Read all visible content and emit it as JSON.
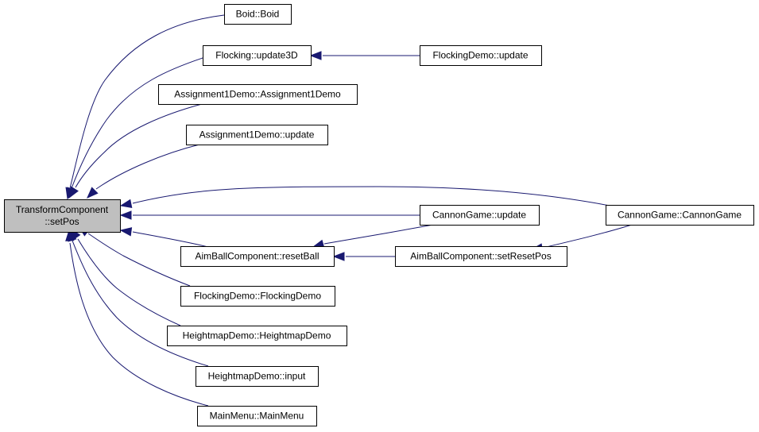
{
  "colors": {
    "edge": "#191970",
    "focus_node_fill": "#bfbfbf",
    "node_fill": "#ffffff",
    "node_stroke": "#000000"
  },
  "nodes": [
    {
      "id": "tc_setpos",
      "lines": [
        "TransformComponent",
        "::setPos"
      ],
      "focus": true
    },
    {
      "id": "boid_boid",
      "lines": [
        "Boid::Boid"
      ]
    },
    {
      "id": "flocking_update3d",
      "lines": [
        "Flocking::update3D"
      ]
    },
    {
      "id": "flockingdemo_update",
      "lines": [
        "FlockingDemo::update"
      ]
    },
    {
      "id": "a1_ctor",
      "lines": [
        "Assignment1Demo::Assignment1Demo"
      ]
    },
    {
      "id": "a1_update",
      "lines": [
        "Assignment1Demo::update"
      ]
    },
    {
      "id": "cannongame_update",
      "lines": [
        "CannonGame::update"
      ]
    },
    {
      "id": "cannongame_ctor",
      "lines": [
        "CannonGame::CannonGame"
      ]
    },
    {
      "id": "aim_resetball",
      "lines": [
        "AimBallComponent::resetBall"
      ]
    },
    {
      "id": "aim_setresetpos",
      "lines": [
        "AimBallComponent::setResetPos"
      ]
    },
    {
      "id": "flockingdemo_ctor",
      "lines": [
        "FlockingDemo::FlockingDemo"
      ]
    },
    {
      "id": "hm_ctor",
      "lines": [
        "HeightmapDemo::HeightmapDemo"
      ]
    },
    {
      "id": "hm_input",
      "lines": [
        "HeightmapDemo::input"
      ]
    },
    {
      "id": "mainmenu_ctor",
      "lines": [
        "MainMenu::MainMenu"
      ]
    }
  ],
  "edges": [
    {
      "from": "boid_boid",
      "to": "tc_setpos"
    },
    {
      "from": "flocking_update3d",
      "to": "tc_setpos"
    },
    {
      "from": "flockingdemo_update",
      "to": "flocking_update3d"
    },
    {
      "from": "a1_ctor",
      "to": "tc_setpos"
    },
    {
      "from": "a1_update",
      "to": "tc_setpos"
    },
    {
      "from": "cannongame_ctor",
      "to": "tc_setpos"
    },
    {
      "from": "cannongame_update",
      "to": "tc_setpos"
    },
    {
      "from": "aim_resetball",
      "to": "tc_setpos"
    },
    {
      "from": "cannongame_update",
      "to": "aim_resetball"
    },
    {
      "from": "aim_setresetpos",
      "to": "aim_resetball"
    },
    {
      "from": "cannongame_ctor",
      "to": "aim_setresetpos"
    },
    {
      "from": "flockingdemo_ctor",
      "to": "tc_setpos"
    },
    {
      "from": "hm_ctor",
      "to": "tc_setpos"
    },
    {
      "from": "hm_input",
      "to": "tc_setpos"
    },
    {
      "from": "mainmenu_ctor",
      "to": "tc_setpos"
    }
  ]
}
